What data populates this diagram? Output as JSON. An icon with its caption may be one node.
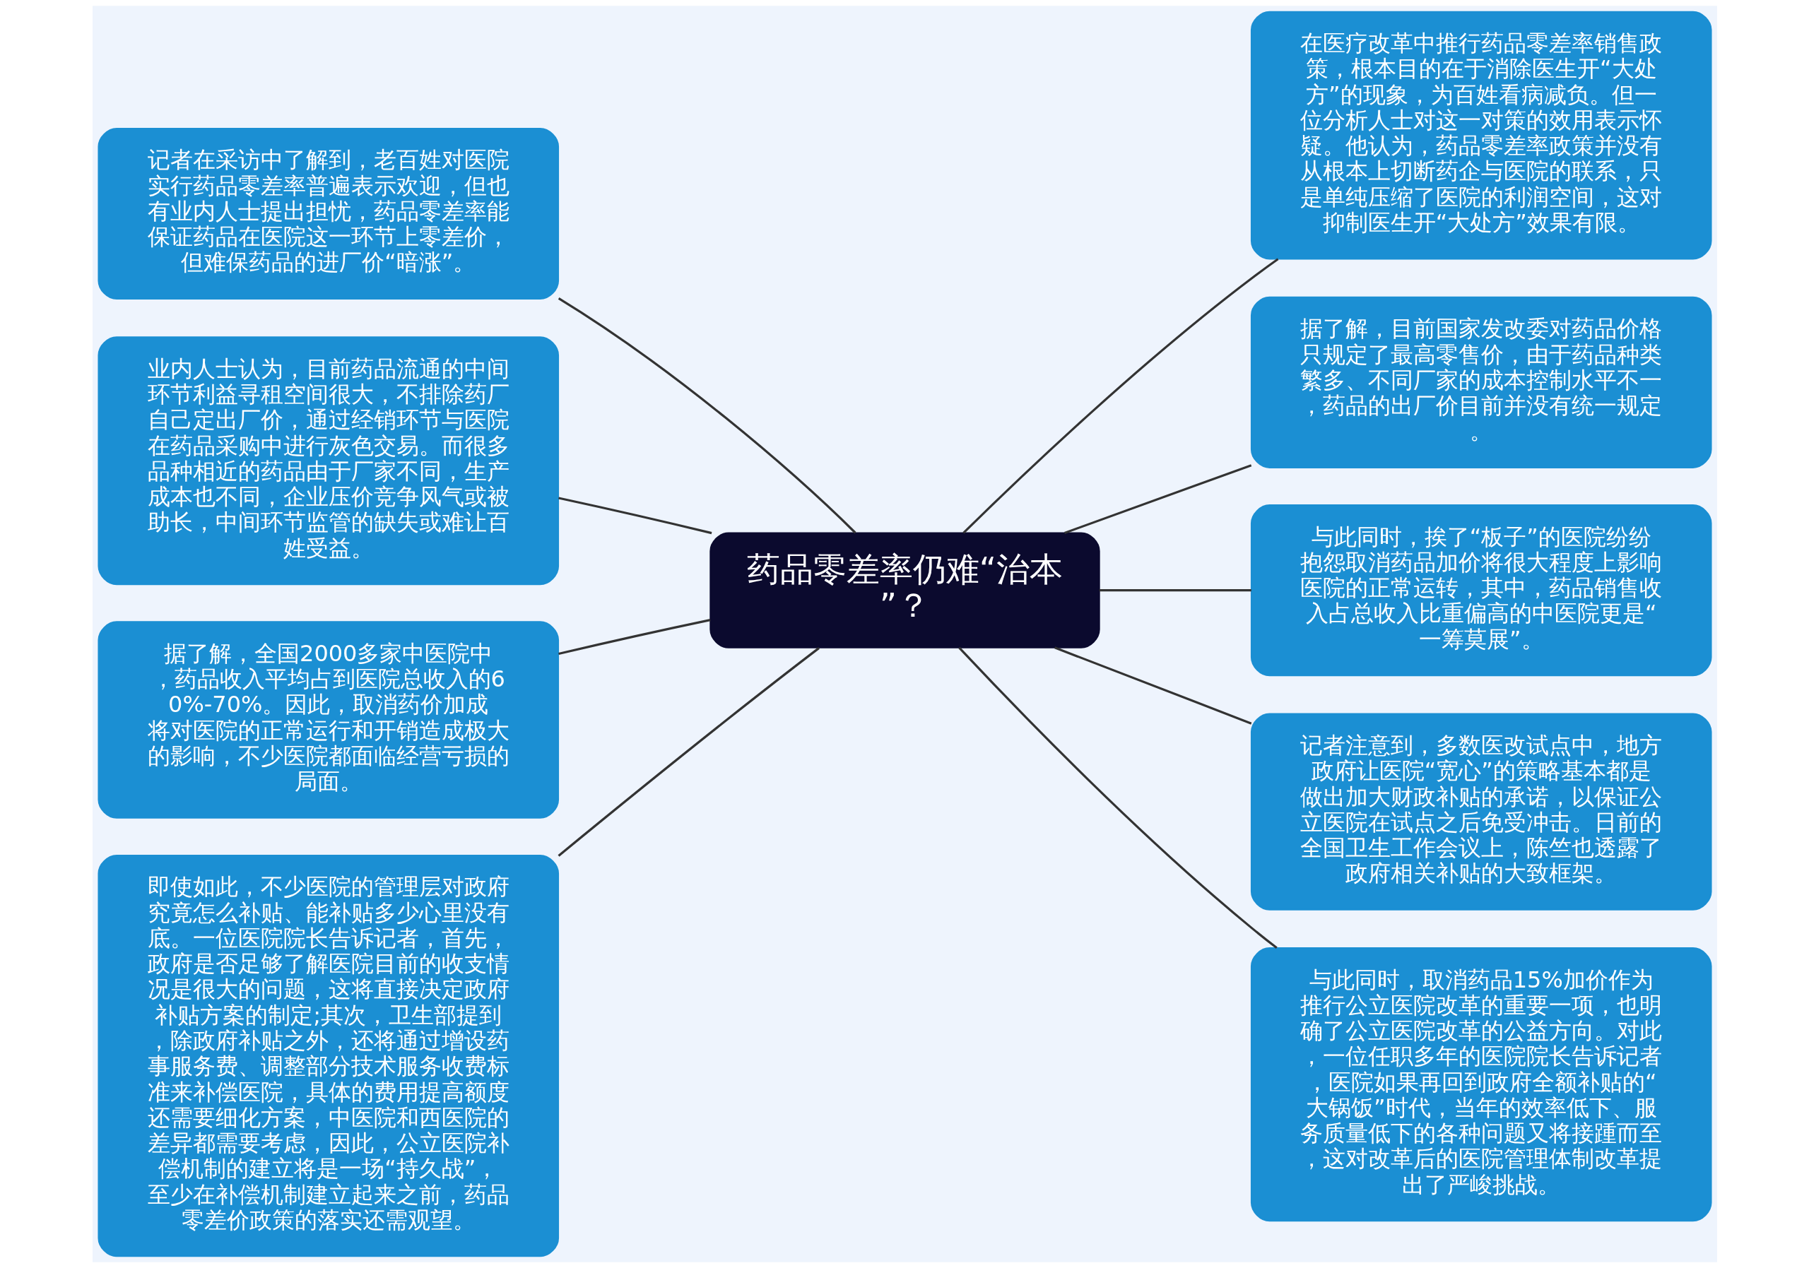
{
  "diagram": {
    "nodes": [
      {
        "text": [
          "药品零差率仍难“治本”？"
        ]
      },
      {
        "text": [
          "在医疗改革中推行药品零差率销售政策，根本目的在于消除医生开“大处方”的现象，为百姓看病减负。但一位分析人士对这一对策的效用表示怀疑。他认为，药品零差率政策并没有从根本上切断药企与医院的联系，只是单纯压缩了医院的利润空间，这对抑制医生开“大处方”效果有限。"
        ]
      },
      {
        "text": [
          "据了解，目前国家发改委对药品价格只规定了最高零售价，由于药品种类繁多、不同厂家的成本控制水平不一，药品的出厂价目前并没有统一规定。"
        ]
      },
      {
        "text": [
          "与此同时，挨了“板子”的医院纷纷抱怨取消药品加价将很大程度上影响医院的正常运转，其中，药品销售收入占总收入比重偏高的中医院更是“一筹莫展”。"
        ]
      },
      {
        "text": [
          "记者注意到，多数医改试点中，地方政府让医院“宽心”的策略基本都是做出加大财政补贴的承诺，以保证公立医院在试点之后免受冲击。日前的全国卫生工作会议上，陈竺也透露了政府相关补贴的大致框架。"
        ]
      },
      {
        "text": [
          "与此同时，取消药品15%加价作为推行公立医院改革的重要一项，也明确了公立医院改革的公益方向。对此，一位任职多年的医院院长告诉记者，医院如果再回到政府全额补贴的“大锅饭”时代，当年的效率低下、服务质量低下的各种问题又将接踵而至，这对改革后的医院管理体制改革提出了严峻挑战。"
        ]
      },
      {
        "text": [
          "记者在采访中了解到，老百姓对医院实行药品零差率普遍表示欢迎，但也有业内人士提出担忧，药品零差率能保证药品在医院这一环节上零差价，但难保药品的进厂价“暗涨”。"
        ]
      },
      {
        "text": [
          "业内人士认为，目前药品流通的中间环节利益寻租空间很大，不排除药厂自己定出厂价，通过经销环节与医院在药品采购中进行灰色交易。而很多品种相近的药品由于厂家不同，生产成本也不同，企业压价竞争风气或被助长，中间环节监管的缺失或难让百姓受益。"
        ]
      },
      {
        "text": [
          "据了解，全国2000多家中医院中，药品收入平均占到医院总收入的60%-70%。因此，取消药价加成将对医院的正常运行和开销造成极大的影响，不少医院都面临经营亏损的局面。"
        ]
      },
      {
        "text": [
          "即使如此，不少医院的管理层对政府究竟怎么补贴、能补贴多少心里没有底。一位医院院长告诉记者，首先，政府是否足够了解医院目前的收支情况是很大的问题，这将直接决定政府补贴方案的制定;其次，卫生部提到，除政府补贴之外，还将通过增设药事服务费、调整部分技术服务收费标准来补偿医院，具体的费用提高额度还需要细化方案，中医院和西医院的差异都需要考虑，因此，公立医院补偿机制的建立将是一场“持久战”，至少在补偿机制建立起来之前，药品零差价政策的落实还需观望。"
        ]
      }
    ],
    "edges": [
      {
        "from": 0,
        "to": 1,
        "arrow": "none"
      },
      {
        "from": 0,
        "to": 2,
        "arrow": "none"
      },
      {
        "from": 0,
        "to": 3,
        "arrow": "none"
      },
      {
        "from": 0,
        "to": 4,
        "arrow": "none"
      },
      {
        "from": 0,
        "to": 5,
        "arrow": "none"
      },
      {
        "from": 0,
        "to": 6,
        "arrow": "none"
      },
      {
        "from": 0,
        "to": 7,
        "arrow": "none"
      },
      {
        "from": 0,
        "to": 8,
        "arrow": "none"
      },
      {
        "from": 0,
        "to": 9,
        "arrow": "none"
      }
    ]
  }
}
